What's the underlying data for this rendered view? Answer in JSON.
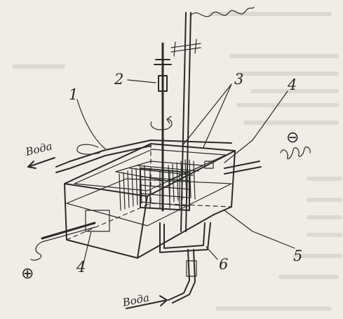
{
  "labels": {
    "n1": "1",
    "n2": "2",
    "n3": "3",
    "n4_top": "4",
    "n4_bottom": "4",
    "n5": "5",
    "n6": "6"
  },
  "flow": {
    "water_in": "Вода",
    "water_out": "Вода"
  },
  "polarity": {
    "negative": "⊖",
    "positive": "⊕"
  }
}
